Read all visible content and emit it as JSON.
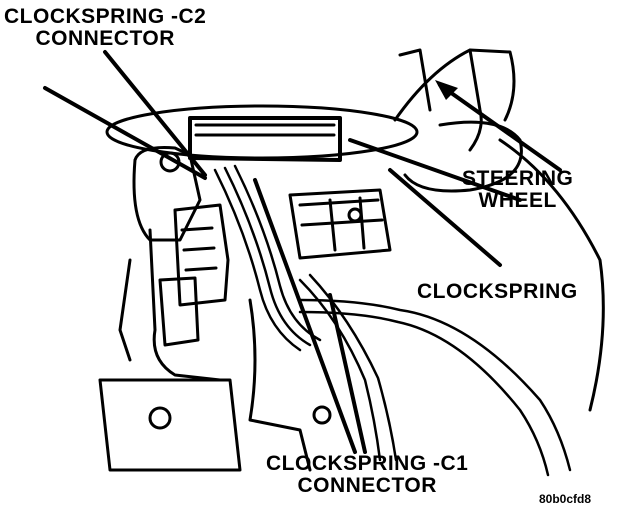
{
  "labels": {
    "c2_line1": "CLOCKSPRING -C2",
    "c2_line2": "CONNECTOR",
    "sw_line1": "STEERING",
    "sw_line2": "WHEEL",
    "clockspring": "CLOCKSPRING",
    "c1_line1": "CLOCKSPRING -C1",
    "c1_line2": "CONNECTOR"
  },
  "figure_code": "80b0cfd8",
  "colors": {
    "ink": "#000000",
    "paper": "#ffffff"
  }
}
